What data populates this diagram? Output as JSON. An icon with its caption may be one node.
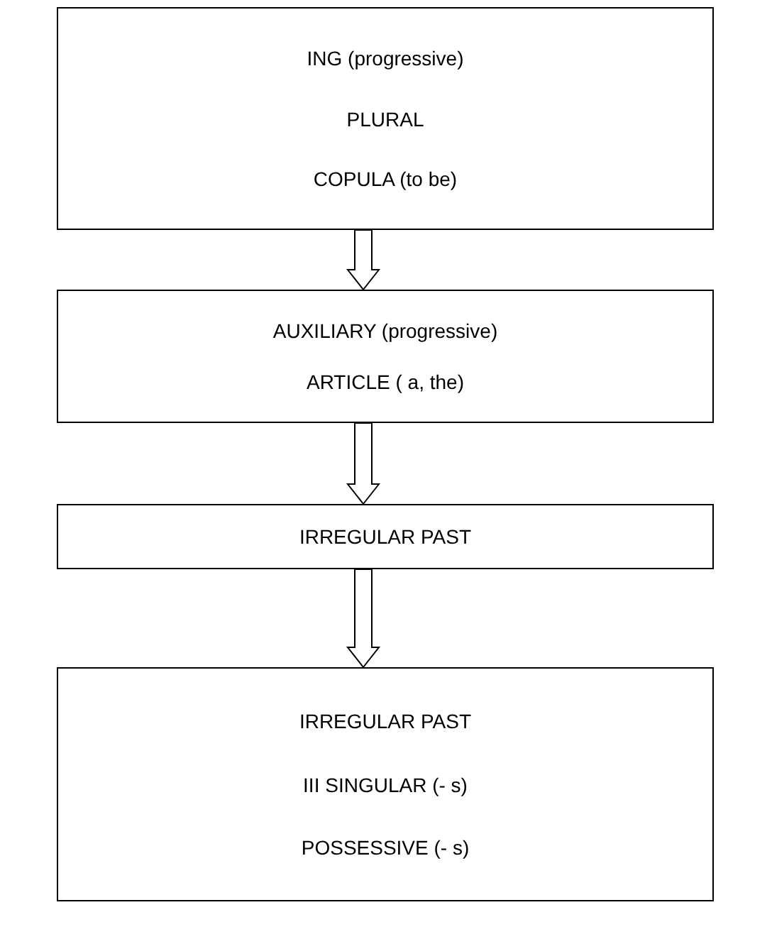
{
  "diagram": {
    "nodes": [
      {
        "text": [
          "ING (progressive)",
          "PLURAL",
          "COPULA (to be)"
        ]
      },
      {
        "text": [
          "AUXILIARY (progressive)",
          "ARTICLE ( a, the)"
        ]
      },
      {
        "text": [
          "IRREGULAR PAST"
        ]
      },
      {
        "text": [
          "IRREGULAR PAST",
          "III SINGULAR (- s)",
          "POSSESSIVE (- s)"
        ]
      }
    ],
    "edges": [
      {
        "from": 0,
        "to": 1,
        "arrow": "to"
      },
      {
        "from": 1,
        "to": 2,
        "arrow": "to"
      },
      {
        "from": 2,
        "to": 3,
        "arrow": "to"
      }
    ]
  }
}
